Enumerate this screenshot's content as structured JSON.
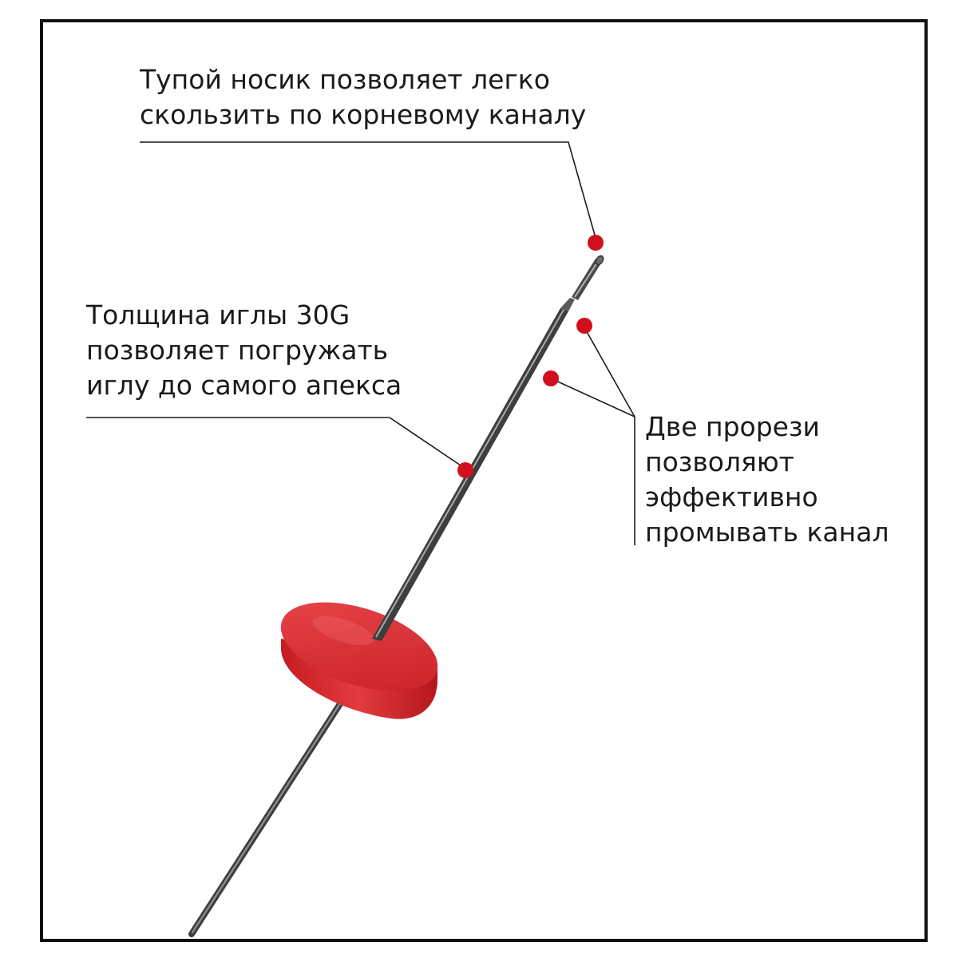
{
  "annotations": {
    "tip": {
      "lines": [
        "Тупой носик позволяет легко",
        "скользить по корневому каналу"
      ]
    },
    "gauge": {
      "lines": [
        "Толщина иглы 30G",
        "позволяет погружать",
        "иглу до самого апекса"
      ]
    },
    "slots": {
      "lines": [
        "Две прорези",
        "позволяют",
        "эффективно",
        "промывать канал"
      ]
    }
  },
  "colors": {
    "marker": "#d0101e",
    "stopper": "#d8252b",
    "needle": "#4a4a4a",
    "frame": "#111111",
    "text": "#1a1a1a"
  }
}
